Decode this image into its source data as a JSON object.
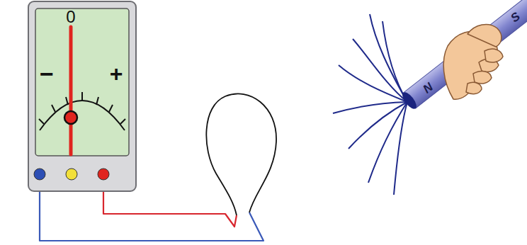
{
  "diagram": {
    "labels": [
      "0",
      "−",
      "+",
      "N",
      "S"
    ]
  }
}
